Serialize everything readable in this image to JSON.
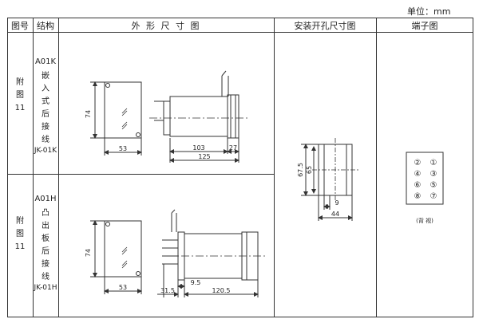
{
  "unit_label": "单位：mm",
  "headers": {
    "fig_no": "图号",
    "structure": "结构",
    "outline": "外 形 尺 寸 图",
    "cutout": "安装开孔尺寸图",
    "terminal": "端子图"
  },
  "rows": [
    {
      "fig_chars": [
        "附",
        "图",
        "11"
      ],
      "code_top": "A01K",
      "struct_chars": [
        "嵌",
        "入",
        "式",
        "后",
        "接",
        "线"
      ],
      "code_bottom": "JK-01K",
      "dims": {
        "height": "74",
        "width": "53",
        "body": "103",
        "tail": "27",
        "total": "125"
      }
    },
    {
      "fig_chars": [
        "附",
        "图",
        "11"
      ],
      "code_top": "A01H",
      "struct_chars": [
        "凸",
        "出",
        "板",
        "后",
        "接",
        "线"
      ],
      "code_bottom": "JK-01H",
      "dims": {
        "height": "74",
        "width": "53",
        "front": "31.5",
        "gap": "9.5",
        "total": "120.5"
      }
    }
  ],
  "cutout_dims": {
    "outer_h": "67.5",
    "inner_h": "65",
    "slot": "9",
    "width": "44"
  },
  "terminals": {
    "labels": [
      "②",
      "①",
      "④",
      "③",
      "⑥",
      "⑤",
      "⑧",
      "⑦"
    ],
    "caption": "(背 视)"
  }
}
